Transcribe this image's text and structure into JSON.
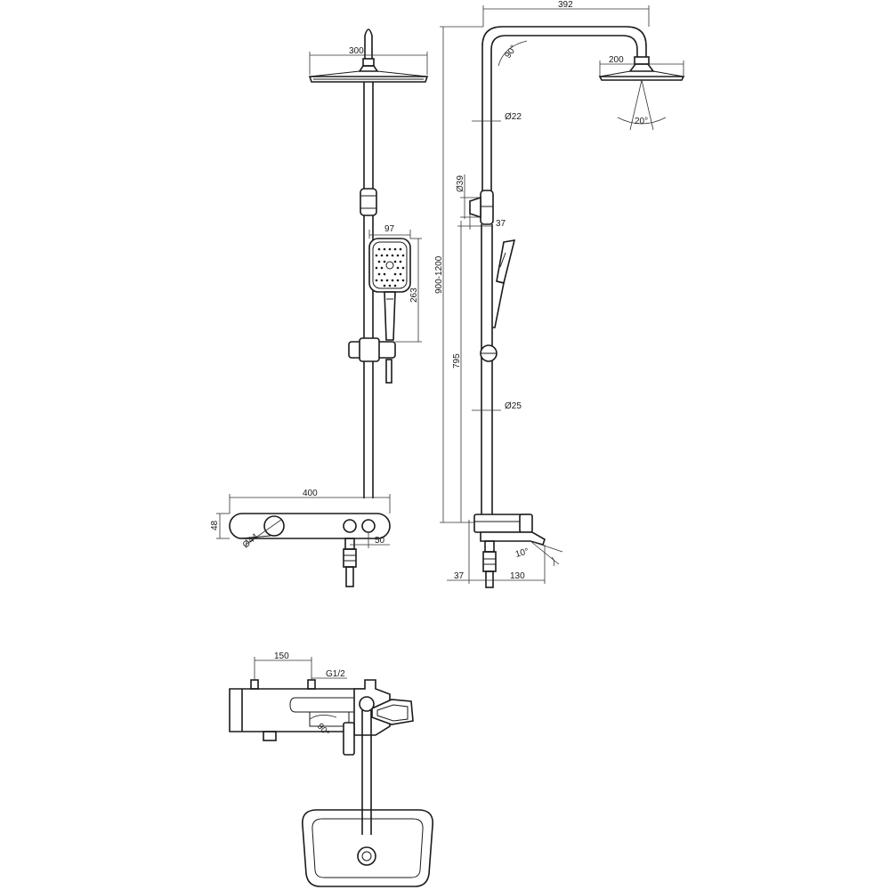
{
  "dimensions": {
    "front": {
      "head_width": "300",
      "hand_width": "97",
      "hand_height": "263",
      "shelf_width": "400",
      "shelf_height": "48",
      "knob_diameter": "Ø44",
      "outlet_offset": "50"
    },
    "side": {
      "arm_reach": "392",
      "head_width": "200",
      "spray_angle": "20°",
      "arm_angle": "90°",
      "upper_pipe": "Ø22",
      "bracket_diameter": "Ø39",
      "bracket_offset": "37",
      "total_height": "900-1200",
      "lower_height": "795",
      "lower_pipe": "Ø25",
      "wall_offset": "37",
      "spout_length": "130",
      "spout_angle": "10°"
    },
    "top": {
      "inlet_spacing": "150",
      "thread": "G1/2",
      "rotation_angle": "90°"
    }
  }
}
